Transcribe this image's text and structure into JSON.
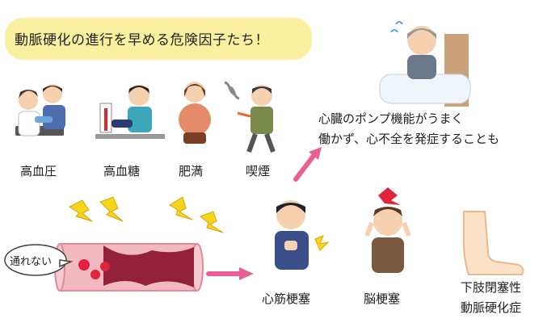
{
  "title": "動脈硬化の進行を早める危険因子たち！",
  "risk_factors": [
    {
      "label": "高血圧"
    },
    {
      "label": "高血糖"
    },
    {
      "label": "肥満"
    },
    {
      "label": "喫煙"
    }
  ],
  "artery": {
    "bubble": "通れない"
  },
  "effects": {
    "heart_failure": [
      "心臓のポンプ機能がうまく",
      "働かず、心不全を発症することも"
    ]
  },
  "outcomes": [
    {
      "label": "心筋梗塞"
    },
    {
      "label": "脳梗塞"
    },
    {
      "label": "下肢閉塞性",
      "label2": "動脈硬化症"
    }
  ],
  "colors": {
    "title_bg": "#fbf0a0",
    "arrow": "#ea5f93",
    "lightning": "#f7d51d",
    "artery_wall": "#f2b9c0",
    "plaque": "#93203a",
    "blood_cell": "#e0243c"
  }
}
